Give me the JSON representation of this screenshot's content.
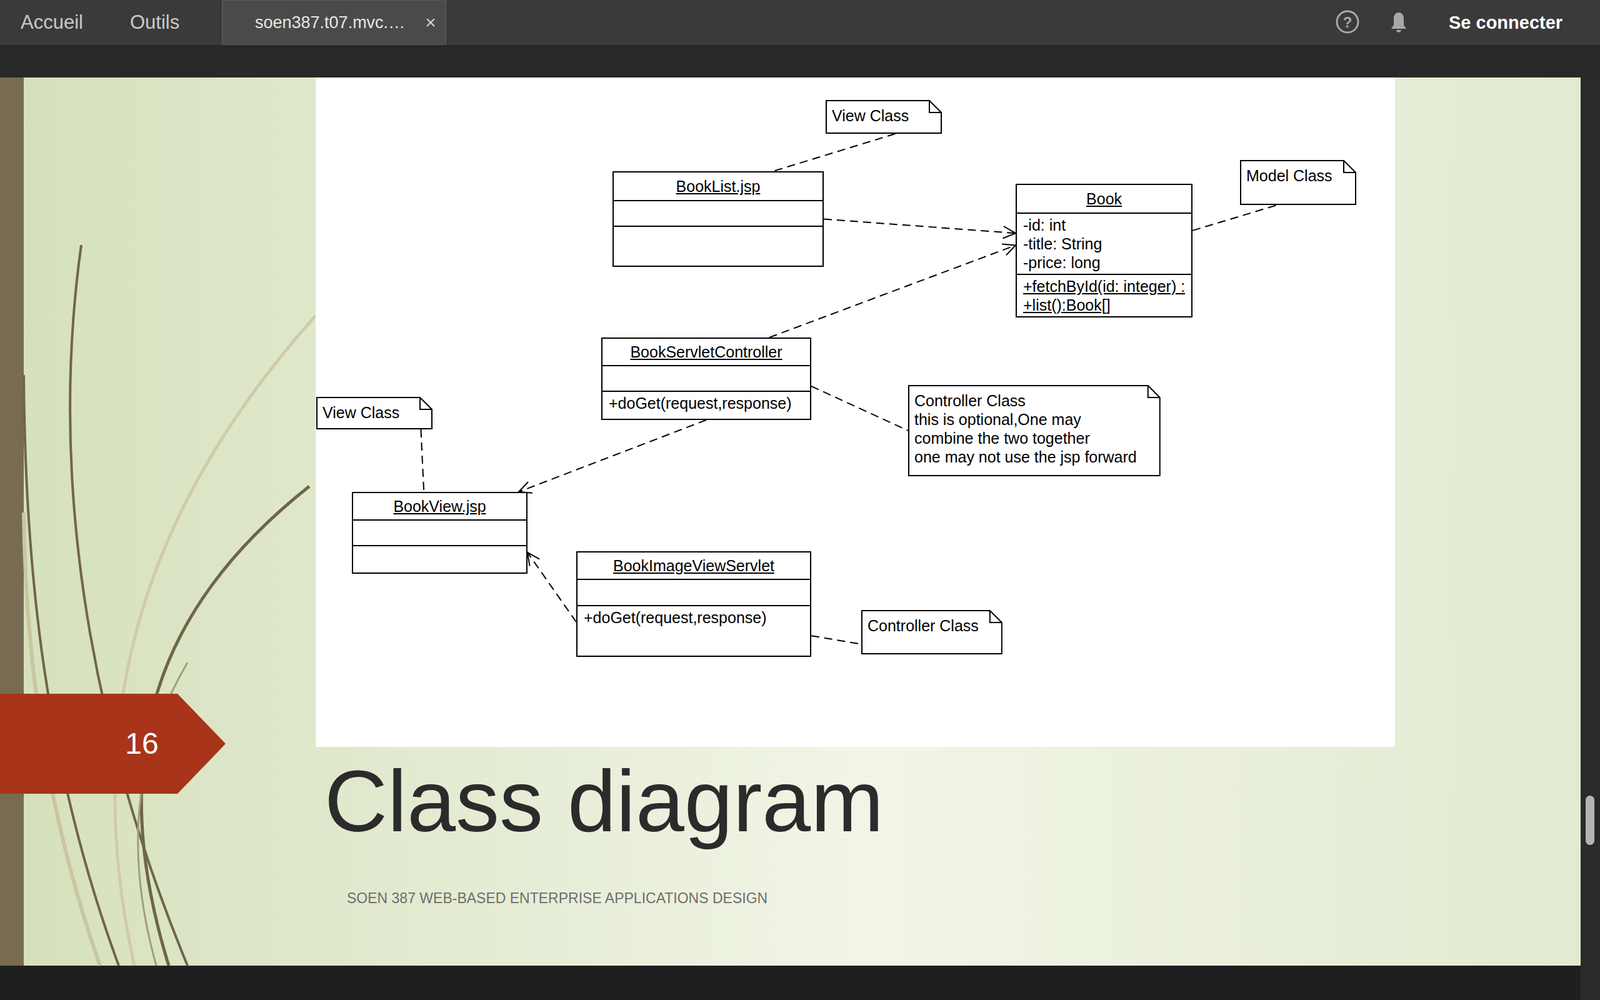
{
  "diagram": {
    "title": "Class diagram",
    "nodes": [
      {
        "text": [
          "View Class"
        ]
      },
      {
        "text": [
          "BookList.jsp"
        ]
      },
      {
        "text": [
          "Book",
          "-id: int",
          "-title: String",
          "-price: long",
          "+fetchById(id: integer) :",
          "+list():Book[]"
        ]
      },
      {
        "text": [
          "Model Class"
        ]
      },
      {
        "text": [
          "BookServletController",
          "+doGet(request,response)"
        ]
      },
      {
        "text": [
          "Controller Class",
          "this is optional,One may",
          "combine the two together",
          "one may not use the jsp forward"
        ]
      },
      {
        "text": [
          "View Class"
        ]
      },
      {
        "text": [
          "BookView.jsp"
        ]
      },
      {
        "text": [
          "BookImageViewServlet",
          "+doGet(request,response)"
        ]
      },
      {
        "text": [
          "Controller Class"
        ]
      }
    ],
    "edges": [
      {
        "from": 0,
        "to": 1,
        "arrow": "none"
      },
      {
        "from": 1,
        "to": 2,
        "arrow": "to"
      },
      {
        "from": 4,
        "to": 2,
        "arrow": "to"
      },
      {
        "from": 2,
        "to": 3,
        "arrow": "none"
      },
      {
        "from": 4,
        "to": 5,
        "arrow": "none"
      },
      {
        "from": 4,
        "to": 7,
        "arrow": "to"
      },
      {
        "from": 6,
        "to": 7,
        "arrow": "none"
      },
      {
        "from": 8,
        "to": 7,
        "arrow": "to"
      },
      {
        "from": 8,
        "to": 9,
        "arrow": "none"
      }
    ],
    "labels": [
      "Accueil",
      "Outils",
      "soen387.t07.mvc.…",
      "×",
      "?",
      "Se connecter",
      "16",
      "SOEN 387 WEB-BASED ENTERPRISE APPLICATIONS DESIGN"
    ]
  }
}
